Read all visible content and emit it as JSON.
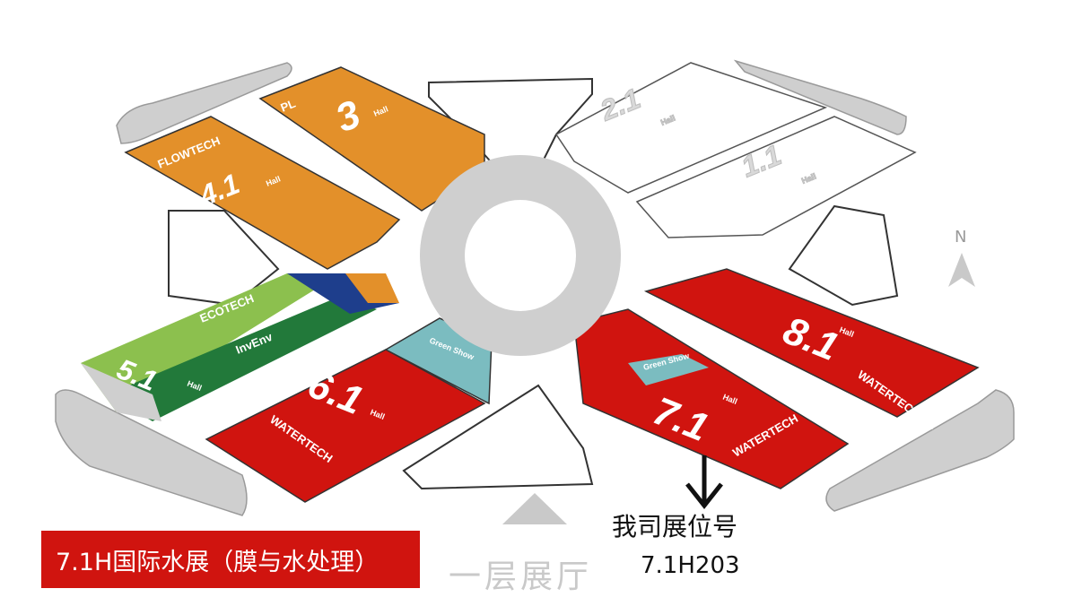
{
  "map": {
    "halls": {
      "h41": {
        "brand": "FLOWTECH",
        "number": "4.1",
        "tag": "Hall"
      },
      "h3": {
        "brand": "PL",
        "number": "3",
        "tag": "Hall"
      },
      "h21": {
        "number": "2.1",
        "tag": "Hall"
      },
      "h11": {
        "number": "1.1",
        "tag": "Hall"
      },
      "h51": {
        "brand": "ECOTECH",
        "number": "5.1",
        "tag": "Hall",
        "brand2": "InvEnv"
      },
      "h61": {
        "brand": "WATERTECH",
        "number": "6.1",
        "tag": "Hall",
        "brand2": "Green Show"
      },
      "h71": {
        "brand": "WATERTECH",
        "number": "7.1",
        "tag": "Hall",
        "brand2": "Green Show"
      },
      "h81": {
        "brand": "WATERTECH CN",
        "number": "8.1",
        "tag": "Hall"
      }
    },
    "north": "N",
    "floor_label": "一层展厅",
    "booth_caption": "我司展位号",
    "booth_number": "7.1H203",
    "legend": "7.1H国际水展（膜与水处理）"
  },
  "colors": {
    "orange": "#e3902a",
    "red": "#d0140f",
    "light_green": "#8cc04e",
    "dark_green": "#22793a",
    "teal": "#7bbcc0",
    "navy": "#1e3e8c",
    "grey": "#c8c8c8"
  },
  "icons": [
    "north-arrow-icon",
    "entrance-arrow-icon",
    "booth-pointer-icon"
  ]
}
